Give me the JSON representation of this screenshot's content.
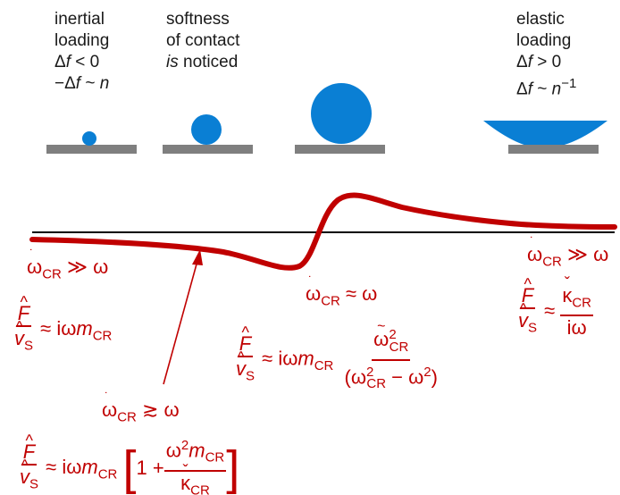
{
  "top_labels": {
    "inertial": {
      "line1": "inertial",
      "line2": "loading",
      "line3_sym": "Δ",
      "line3_var": "f",
      "line3_rest": " < 0",
      "line4_pre": "−Δ",
      "line4_var": "f",
      "line4_mid": " ~ ",
      "line4_n": "n"
    },
    "softness": {
      "line1": "softness",
      "line2": "of contact",
      "line3_em": "is",
      "line3_rest": " noticed"
    },
    "elastic": {
      "line1": "elastic",
      "line2": "loading",
      "line3_sym": "Δ",
      "line3_var": "f",
      "line3_rest": " > 0",
      "line4_pre": "Δ",
      "line4_var": "f",
      "line4_mid": " ~ ",
      "line4_n": "n",
      "line4_exp": "−1"
    }
  },
  "equations": {
    "left_cond": {
      "omega": "ω",
      "sub": "CR",
      "rel": " ≫ ω"
    },
    "left_eq": {
      "F": "F",
      "v": "v",
      "vsub": "S",
      "approx": " ≈ iω",
      "m": "m",
      "msub": "CR"
    },
    "mid_cond": {
      "omega": "ω",
      "sub": "CR",
      "rel": " ≈ ω"
    },
    "mid_eq": {
      "F": "F",
      "v": "v",
      "vsub": "S",
      "approx": " ≈ iω",
      "m": "m",
      "msub": "CR",
      "num_omega": "ω",
      "num_sup": "2",
      "num_sub": "CR",
      "den_open": "(ω",
      "den_sup": "2",
      "den_sub": "CR",
      "den_rest": " − ω",
      "den_sup2": "2",
      "den_close": ")"
    },
    "right_cond": {
      "omega": "ω",
      "sub": "CR",
      "rel": " ≫ ω"
    },
    "right_eq": {
      "F": "F",
      "v": "v",
      "vsub": "S",
      "approx": " ≈ ",
      "kappa": "κ",
      "ksub": "CR",
      "den": "iω"
    },
    "bottom_cond": {
      "omega": "ω",
      "sub": "CR",
      "rel": " ≳ ω"
    },
    "bottom_eq": {
      "F": "F",
      "v": "v",
      "vsub": "S",
      "approx": " ≈ iω",
      "m": "m",
      "msub": "CR",
      "one": "1 + ",
      "num_omega": "ω",
      "num_sup": "2",
      "num_m": "m",
      "num_msub": "CR",
      "kappa": "κ",
      "ksub": "CR"
    }
  },
  "colors": {
    "sphere": "#0a7fd4",
    "substrate": "#7f7f7f",
    "curve": "#c00000",
    "baseline": "#000000",
    "text": "#1a1a1a"
  }
}
